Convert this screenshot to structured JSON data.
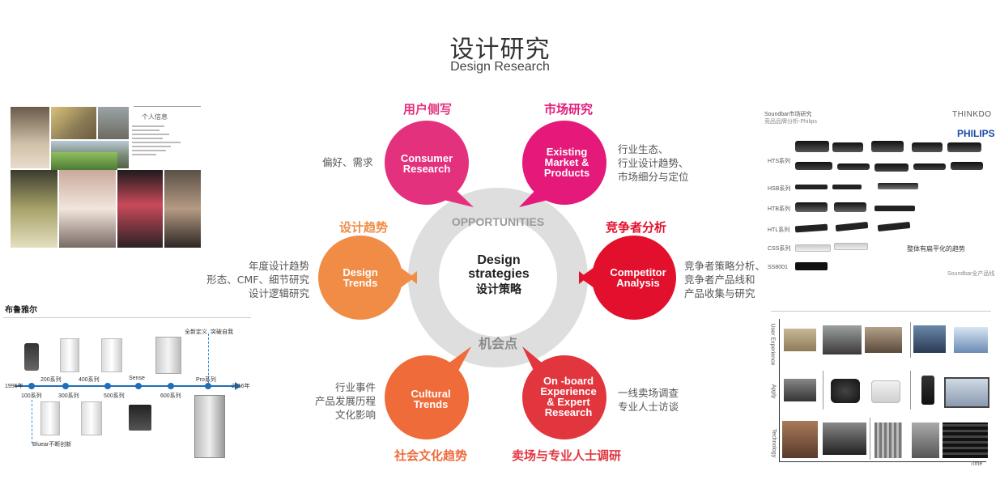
{
  "header": {
    "title_cn": "设计研究",
    "title_en": "Design Research"
  },
  "center": {
    "ring_top": "OPPORTUNITIES",
    "ring_bottom": "机会点",
    "core_line1": "Design",
    "core_line2": "strategies",
    "core_line3": "设计策略"
  },
  "nodes": {
    "consumer": {
      "label1": "Consumer",
      "label2": "Research",
      "title_cn": "用户侧写",
      "note1": "偏好、需求",
      "color": "#e4317e"
    },
    "market": {
      "label1": "Existing",
      "label2": "Market &",
      "label3": "Products",
      "title_cn": "市场研究",
      "note1": "行业生态、",
      "note2": "行业设计趋势、",
      "note3": "市场细分与定位",
      "color": "#e4197a"
    },
    "trends": {
      "label1": "Design",
      "label2": "Trends",
      "title_cn": "设计趋势",
      "note1": "年度设计趋势",
      "note2": "形态、CMF、细节研究",
      "note3": "设计逻辑研究",
      "color": "#f08c46"
    },
    "competitor": {
      "label1": "Competitor",
      "label2": "Analysis",
      "title_cn": "竞争者分析",
      "note1": "竞争者策略分析、",
      "note2": "竞争者产品线和",
      "note3": "产品收集与研究",
      "color": "#e2102c"
    },
    "cultural": {
      "label1": "Cultural",
      "label2": "Trends",
      "title_cn": "社会文化趋势",
      "note1": "行业事件",
      "note2": "产品发展历程",
      "note3": "文化影响",
      "color": "#ef6b3a"
    },
    "onboard": {
      "label1": "On -board",
      "label2": "Experience",
      "label3": "& Expert",
      "label4": "Research",
      "title_cn": "卖场与专业人士调研",
      "note1": "一线卖场调查",
      "note2": "专业人士访谈",
      "color": "#e2363f"
    }
  },
  "left_top_panel": {
    "info_title": "个人信息"
  },
  "left_bottom_panel": {
    "brand": "布鲁雅尔",
    "labels": {
      "y1996": "1996年",
      "s100": "100系列",
      "s200": "200系列",
      "s300": "300系列",
      "s400": "400系列",
      "s500": "500系列",
      "sense": "Sense",
      "s600": "600系列",
      "pro": "Pro系列",
      "y2016": "2016年",
      "redefine": "全新定义",
      "breakthrough": "突破自我",
      "bluear": "Bluear不断创新"
    }
  },
  "right_top_panel": {
    "title": "Soundbar市场研究",
    "subtitle": "竞品品牌分析-Philips",
    "logo_main": "THINKDO",
    "brand": "PHILIPS",
    "rows": [
      "HTS系列",
      "HSB系列",
      "HTB系列",
      "HTL系列",
      "CSS系列",
      "SS8001"
    ],
    "trend_note": "整体有扁平化的趋势",
    "footer": "Soundbar全产品线"
  },
  "right_bottom_panel": {
    "axis_rows": [
      "User Experience",
      "Apply",
      "Technology"
    ],
    "axis_x": "Time"
  }
}
